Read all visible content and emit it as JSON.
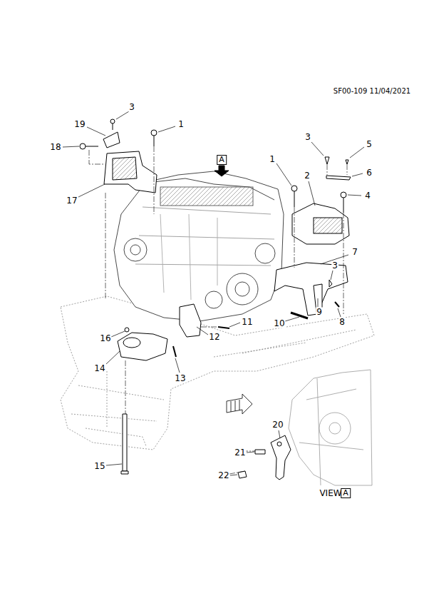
{
  "diagram": {
    "nodes": [
      {
        "text": [
          "A"
        ]
      },
      {
        "text": [
          "A"
        ]
      }
    ],
    "labels": [
      "SF00-109 11/04/2021",
      "3",
      "19",
      "1",
      "18",
      "17",
      "3",
      "5",
      "1",
      "2",
      "6",
      "4",
      "7",
      "3",
      "11",
      "9",
      "10",
      "8",
      "16",
      "12",
      "14",
      "13",
      "20",
      "21",
      "15",
      "22",
      "VIEW"
    ]
  }
}
